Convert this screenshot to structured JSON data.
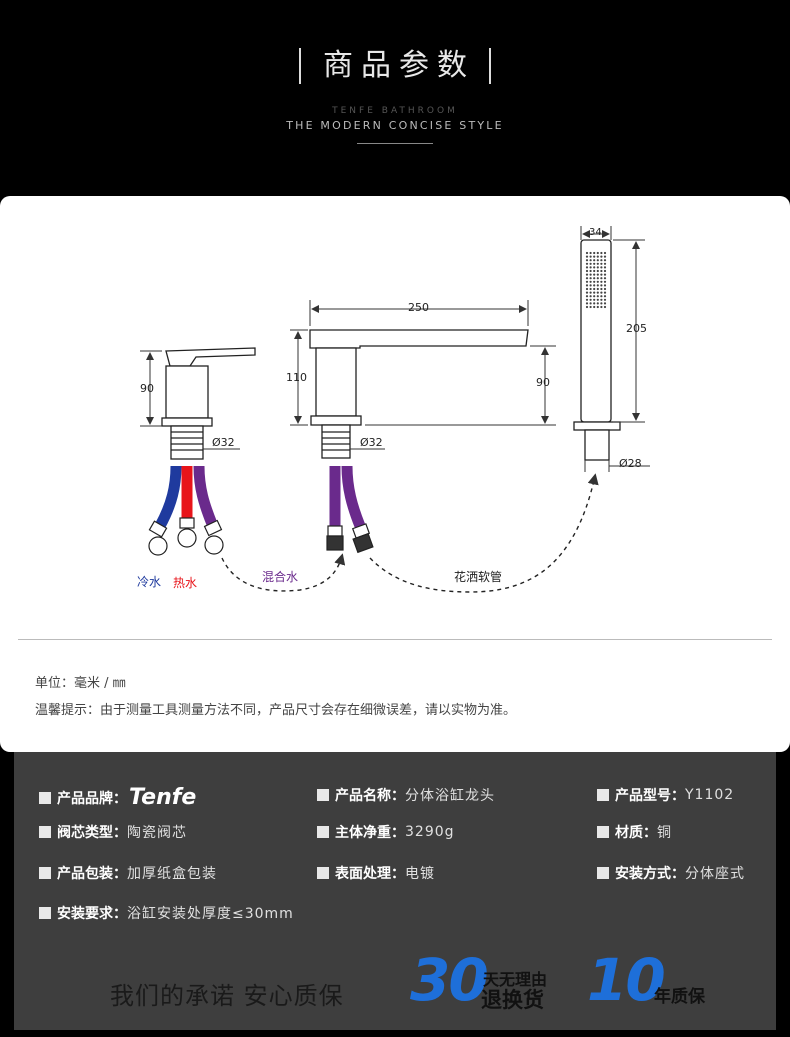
{
  "header": {
    "title": "商品参数",
    "sub_brand": "TENFE BATHROOM",
    "sub_style": "THE MODERN CONCISE STYLE"
  },
  "diagram": {
    "dim_left_height": "90",
    "dim_left_diameter": "Ø32",
    "dim_mid_height": "110",
    "dim_mid_width": "250",
    "dim_mid_spout": "90",
    "dim_mid_diameter": "Ø32",
    "dim_shower_width": "34",
    "dim_shower_height": "205",
    "dim_shower_diameter": "Ø28",
    "label_cold": "冷水",
    "label_hot": "热水",
    "label_mixed": "混合水",
    "label_hose": "花洒软管",
    "colors": {
      "cold": "#1f3a9e",
      "hot": "#e8141a",
      "mixed": "#6a2a8c"
    }
  },
  "notes": {
    "unit": "单位：毫米 / ㎜",
    "tip": "温馨提示：由于测量工具测量方法不同，产品尺寸会存在细微误差，请以实物为准。"
  },
  "specs": {
    "brand_label": "产品品牌：",
    "brand_value": "Tenfe",
    "name_label": "产品名称：",
    "name_value": "分体浴缸龙头",
    "model_label": "产品型号：",
    "model_value": "Y1102",
    "valve_label": "阀芯类型：",
    "valve_value": "陶瓷阀芯",
    "weight_label": "主体净重：",
    "weight_value": "3290g",
    "material_label": "材质：",
    "material_value": "铜",
    "package_label": "产品包装：",
    "package_value": "加厚纸盒包装",
    "surface_label": "表面处理：",
    "surface_value": "电镀",
    "install_label": "安装方式：",
    "install_value": "分体座式",
    "req_label": "安装要求：",
    "req_value": "浴缸安装处厚度≤30mm"
  },
  "promise": {
    "text": "我们的承诺   安心质保",
    "days_num": "30",
    "days_top": "天无理由",
    "days_bottom": "退换货",
    "years_num": "10",
    "years_text": "年质保",
    "accent": "#1e6fd9"
  }
}
